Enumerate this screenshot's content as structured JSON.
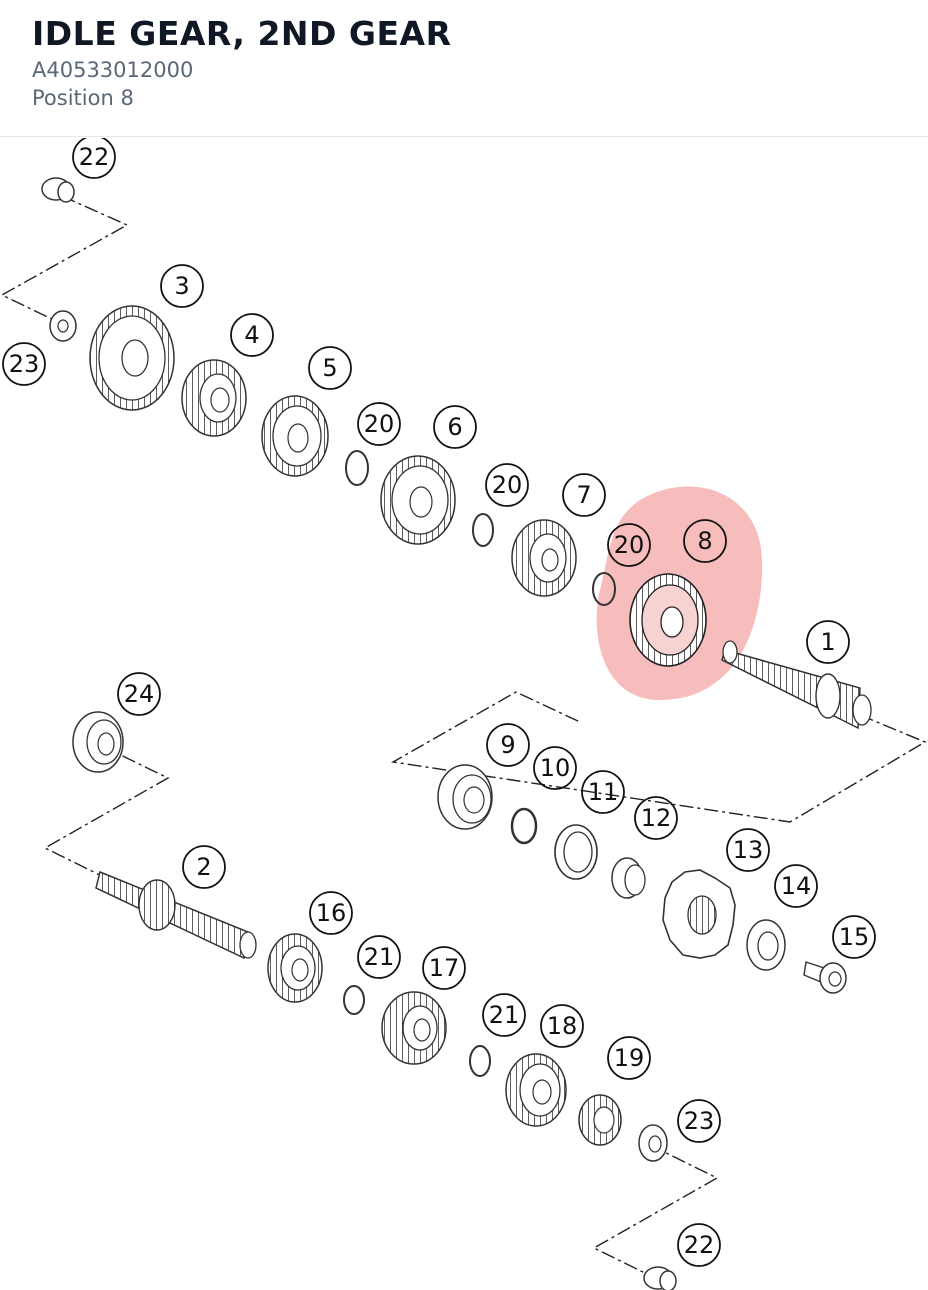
{
  "header": {
    "title": "IDLE GEAR, 2ND GEAR",
    "part_number": "A40533012000",
    "position": "Position 8"
  },
  "diagram": {
    "highlight_color": "#f08585",
    "highlighted_position": "8",
    "callouts": [
      "22",
      "23",
      "3",
      "4",
      "5",
      "20",
      "6",
      "20",
      "7",
      "20",
      "8",
      "1",
      "24",
      "9",
      "10",
      "11",
      "12",
      "2",
      "13",
      "14",
      "15",
      "16",
      "21",
      "17",
      "21",
      "18",
      "19",
      "23",
      "22"
    ]
  }
}
